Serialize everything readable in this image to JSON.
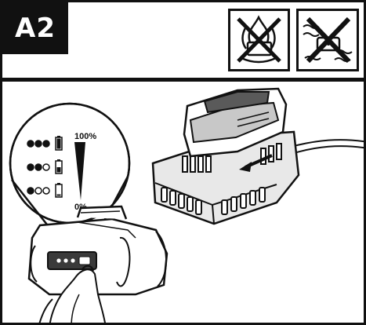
{
  "figure": {
    "step_label": "A2",
    "warning_icons": [
      {
        "icon": "no-fire-icon"
      },
      {
        "icon": "no-water-icon"
      }
    ],
    "battery_levels": [
      {
        "dots": [
          true,
          true,
          true
        ],
        "battery": "full"
      },
      {
        "dots": [
          true,
          true,
          false
        ],
        "battery": "half"
      },
      {
        "dots": [
          true,
          false,
          false
        ],
        "battery": "low"
      }
    ],
    "gauge": {
      "max_label": "100%",
      "min_label": "0%"
    }
  }
}
